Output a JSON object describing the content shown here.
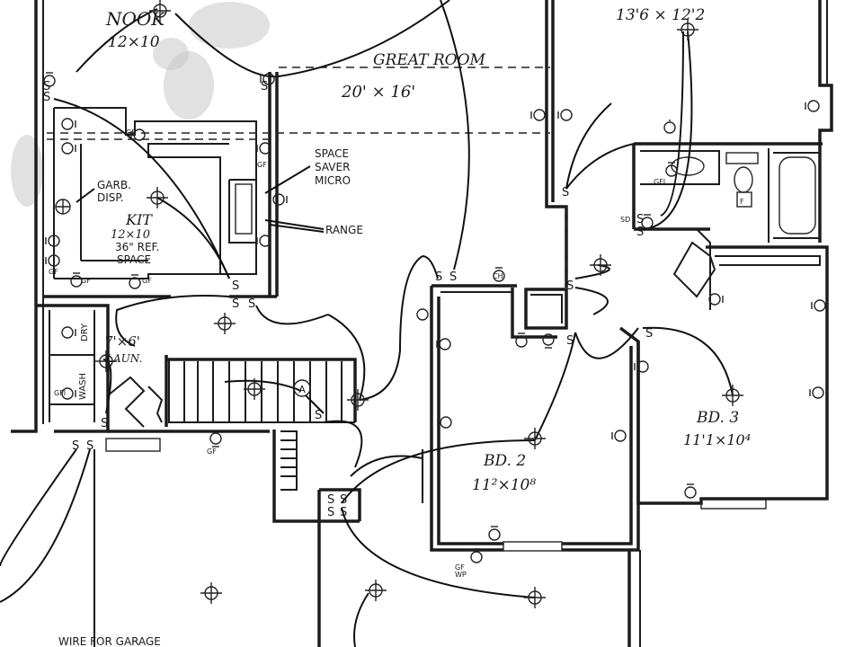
{
  "rooms": {
    "nook": {
      "name": "NOOK",
      "size": "12×10"
    },
    "master": {
      "size": "13'6 × 12'2"
    },
    "great_room": {
      "name": "GREAT ROOM",
      "size": "20' × 16'"
    },
    "kitchen": {
      "name": "KIT",
      "size": "12×10"
    },
    "laundry": {
      "size": "7'×6'",
      "name": "LAUN."
    },
    "bedroom2": {
      "name": "BD. 2",
      "size": "11²×10⁸"
    },
    "bedroom3": {
      "name": "BD. 3",
      "size": "11'1×10⁴"
    }
  },
  "notes": {
    "space_saver": [
      "SPACE",
      "SAVER",
      "MICRO"
    ],
    "range": "RANGE",
    "garb": [
      "GARB.",
      "DISP."
    ],
    "ref": [
      "36\" REF.",
      "SPACE"
    ],
    "wire_garage": "WIRE FOR GARAGE",
    "wash": "WASH",
    "dry": "DRY"
  },
  "symbols": {
    "switch": "S",
    "ground_fault": "GF",
    "gfci": "GFI",
    "chime": "CH",
    "smoke": "SD",
    "fan": "F",
    "weatherproof": "WP",
    "attic_fan": "A"
  }
}
